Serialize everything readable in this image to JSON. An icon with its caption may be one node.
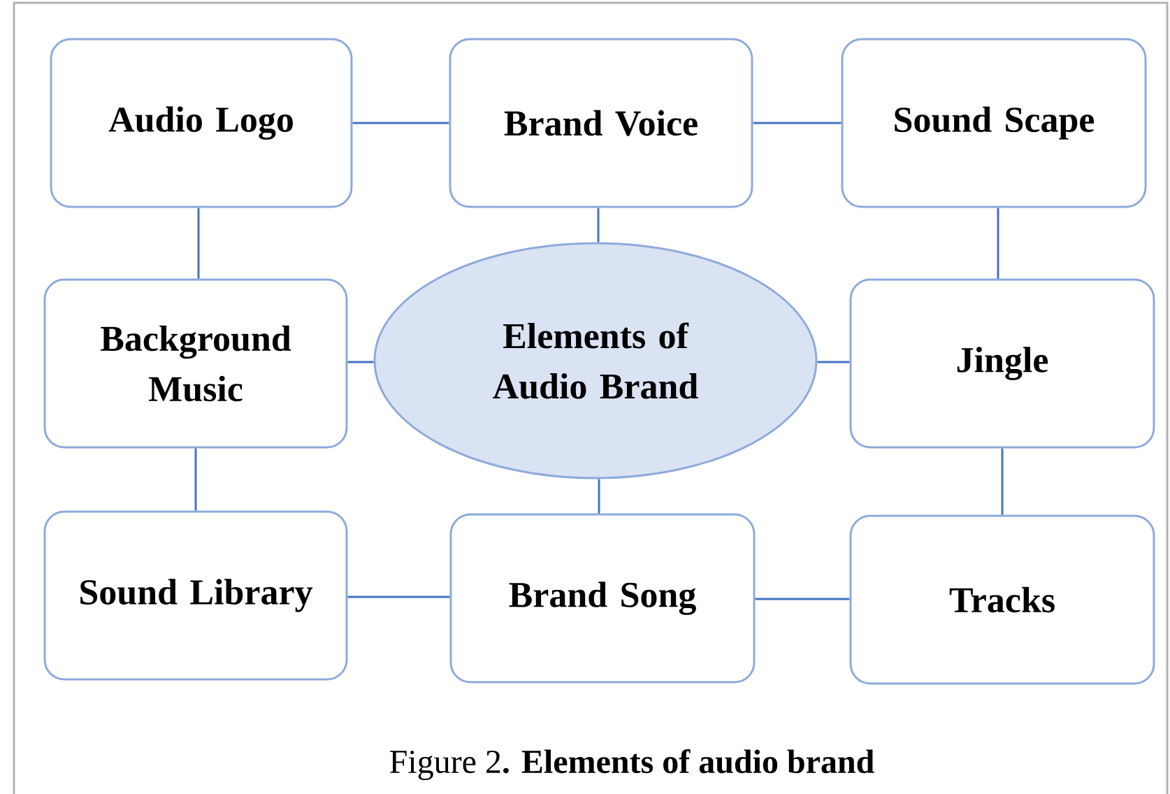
{
  "diagram": {
    "caption": "Figure 2**. Elements of audio brand**",
    "nodes": [
      {
        "text": [
          "Audio Logo"
        ]
      },
      {
        "text": [
          "Brand Voice"
        ]
      },
      {
        "text": [
          "Sound Scape"
        ]
      },
      {
        "text": [
          "Background Music"
        ]
      },
      {
        "text": [
          "Elements of Audio Brand"
        ]
      },
      {
        "text": [
          "Jingle"
        ]
      },
      {
        "text": [
          "Sound Library"
        ]
      },
      {
        "text": [
          "Brand Song"
        ]
      },
      {
        "text": [
          "Tracks"
        ]
      }
    ],
    "edges": [
      {
        "from": 0,
        "to": 1,
        "arrow": "none"
      },
      {
        "from": 1,
        "to": 2,
        "arrow": "none"
      },
      {
        "from": 1,
        "to": 4,
        "arrow": "none"
      },
      {
        "from": 0,
        "to": 3,
        "arrow": "none"
      },
      {
        "from": 2,
        "to": 5,
        "arrow": "none"
      },
      {
        "from": 3,
        "to": 4,
        "arrow": "none"
      },
      {
        "from": 4,
        "to": 5,
        "arrow": "none"
      },
      {
        "from": 3,
        "to": 6,
        "arrow": "none"
      },
      {
        "from": 4,
        "to": 7,
        "arrow": "none"
      },
      {
        "from": 5,
        "to": 8,
        "arrow": "none"
      },
      {
        "from": 6,
        "to": 7,
        "arrow": "none"
      },
      {
        "from": 7,
        "to": 8,
        "arrow": "none"
      }
    ]
  }
}
